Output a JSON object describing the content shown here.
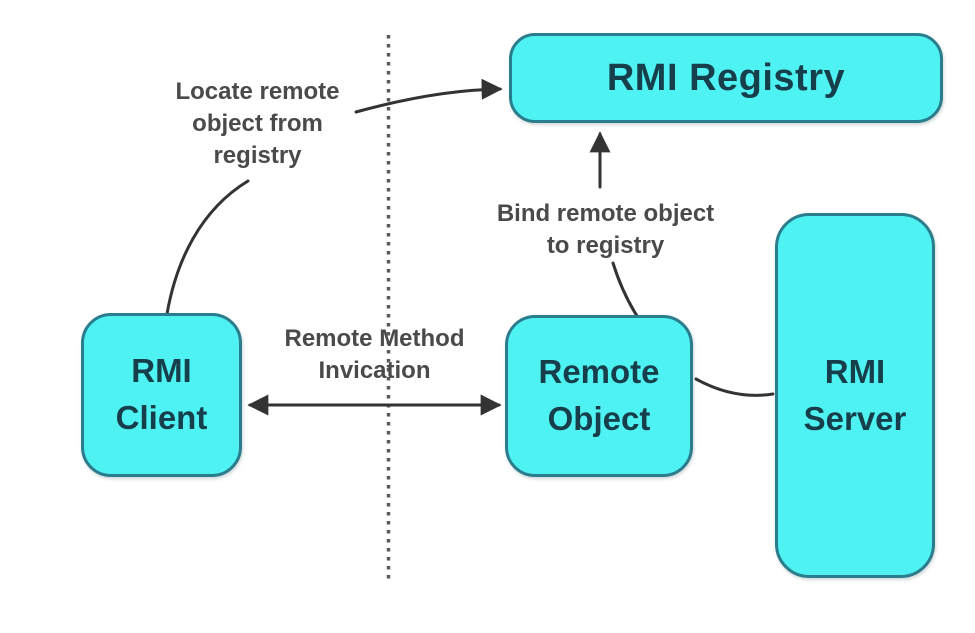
{
  "diagram": {
    "colors": {
      "box_fill": "#4FF2F2",
      "box_border": "#2A7D8C",
      "box_text": "#173F4B",
      "connector": "#333333",
      "note_text": "#4A4A4A",
      "background": "#FFFFFF"
    },
    "nodes": {
      "registry": {
        "label": "RMI Registry"
      },
      "client": {
        "label": "RMI\nClient"
      },
      "remote_object": {
        "label": "Remote\nObject"
      },
      "server": {
        "label": "RMI\nServer"
      }
    },
    "annotations": {
      "locate": "Locate remote\nobject from\nregistry",
      "bind": "Bind remote object\nto registry",
      "invocation": "Remote Method\nInvication"
    }
  }
}
